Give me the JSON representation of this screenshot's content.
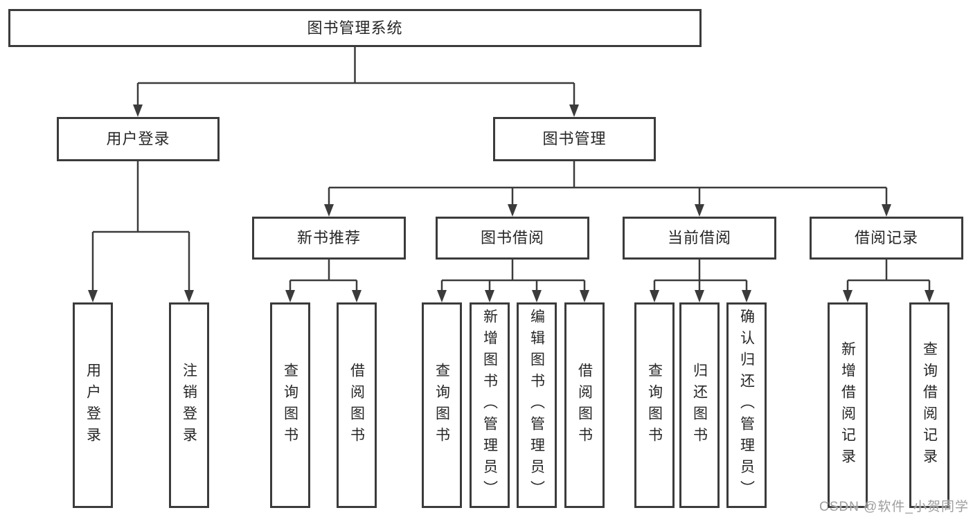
{
  "root": {
    "label": "图书管理系统"
  },
  "branches": {
    "login": {
      "label": "用户登录",
      "leaves": [
        "用户登录",
        "注销登录"
      ]
    },
    "mgmt": {
      "label": "图书管理",
      "groups": [
        {
          "label": "新书推荐",
          "leaves": [
            "查询图书",
            "借阅图书"
          ]
        },
        {
          "label": "图书借阅",
          "leaves": [
            "查询图书",
            "新增图书（管理员）",
            "编辑图书（管理员）",
            "借阅图书"
          ]
        },
        {
          "label": "当前借阅",
          "leaves": [
            "查询图书",
            "归还图书",
            "确认归还（管理员）"
          ]
        },
        {
          "label": "借阅记录",
          "leaves": [
            "新增借阅记录",
            "查询借阅记录"
          ]
        }
      ]
    }
  },
  "watermark": "CSDN @软件_小贺同学",
  "colors": {
    "line": "#3b3b3b",
    "border": "#3b3b3b",
    "text": "#262626",
    "watermark": "#9e9e9e",
    "background": "#ffffff"
  }
}
